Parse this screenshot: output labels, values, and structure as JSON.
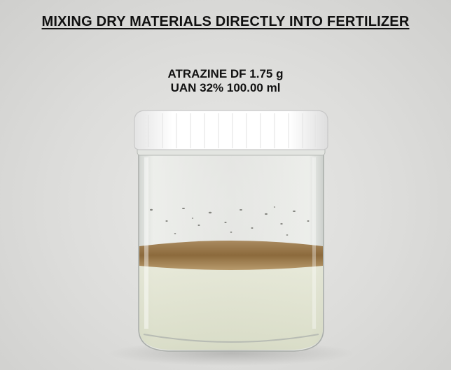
{
  "heading": {
    "title": "MIXING DRY MATERIALS DIRECTLY INTO FERTILIZER"
  },
  "jar_label": {
    "line1": "ATRAZINE DF 1.75 g",
    "line2": "UAN 32% 100.00 ml"
  }
}
